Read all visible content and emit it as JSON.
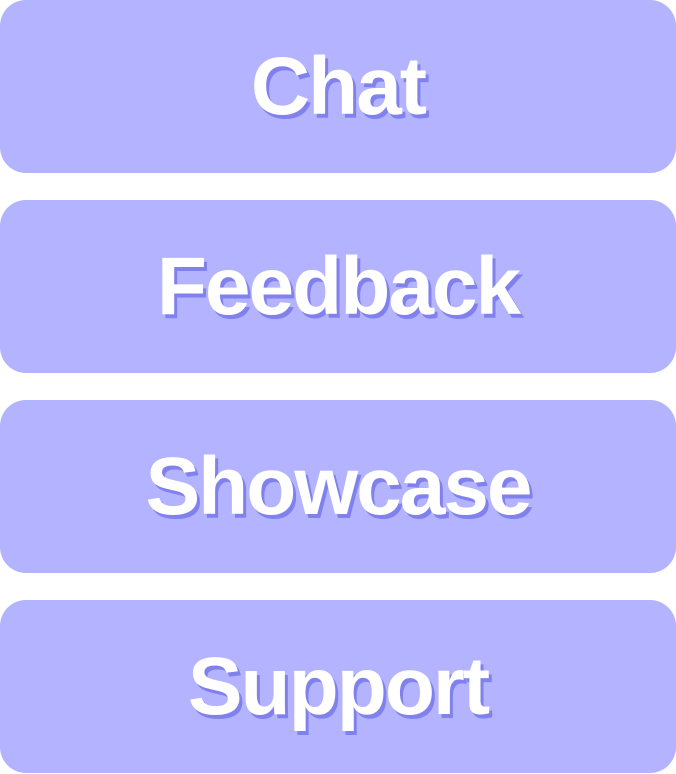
{
  "menu": {
    "items": [
      {
        "label": "Chat"
      },
      {
        "label": "Feedback"
      },
      {
        "label": "Showcase"
      },
      {
        "label": "Support"
      }
    ]
  },
  "colors": {
    "button_background": "#b3b3ff",
    "label_text": "#ffffff",
    "label_shadow": "#8080ee"
  }
}
